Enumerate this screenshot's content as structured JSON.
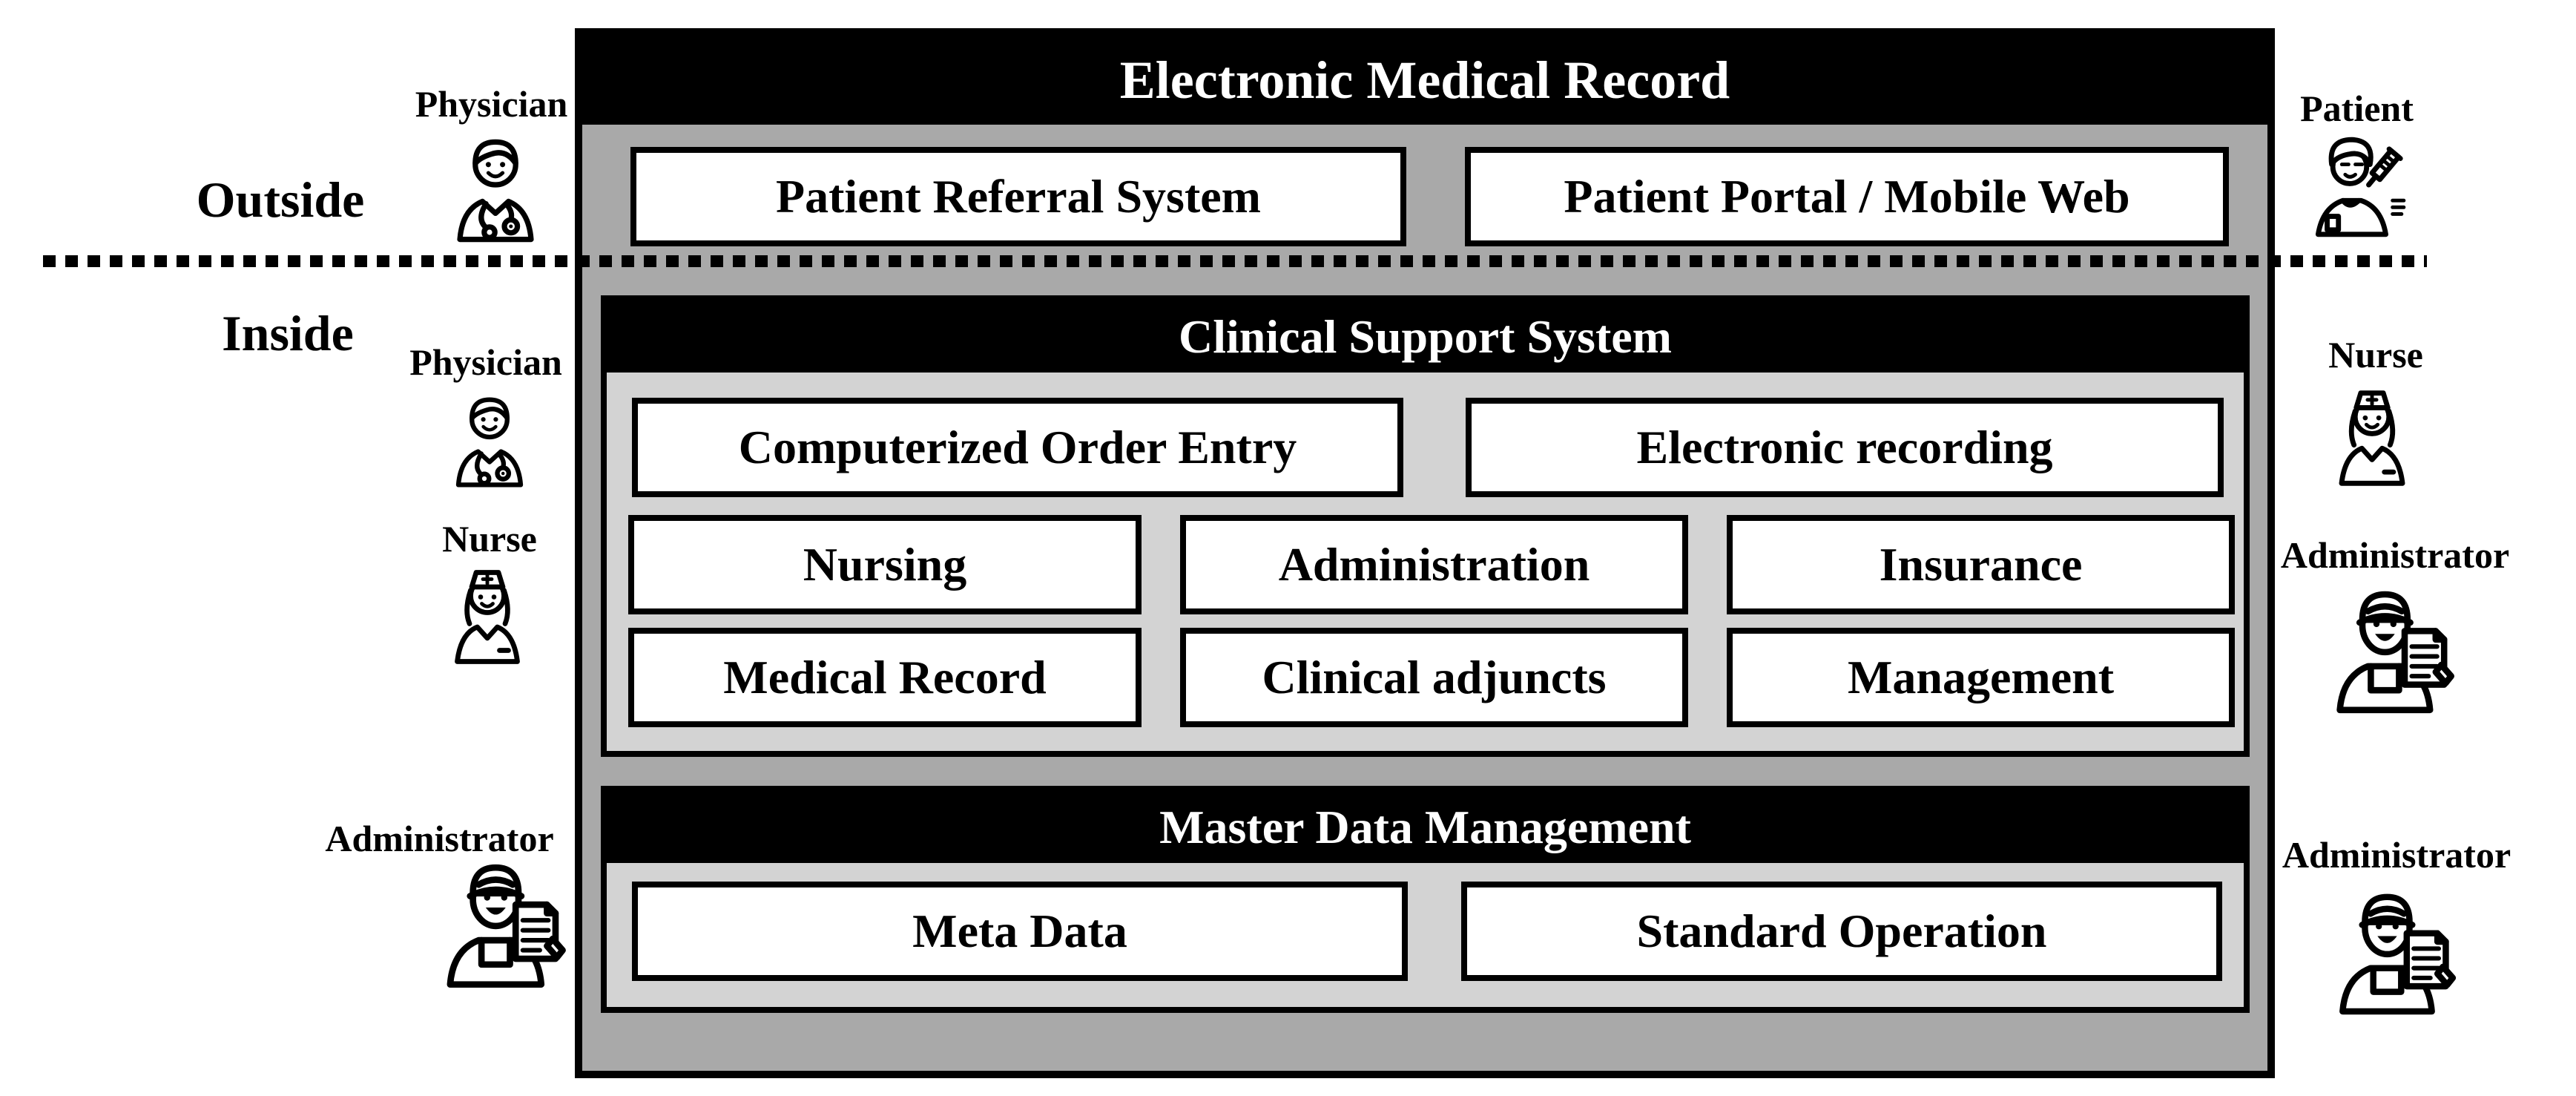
{
  "colors": {
    "container_fill": "#a9a9a9",
    "panel_fill": "#d3d3d3",
    "header_fill": "#000000",
    "header_text": "#ffffff",
    "box_fill": "#ffffff",
    "box_border": "#000000",
    "divider_color": "#000000"
  },
  "zones": {
    "outside_label": "Outside",
    "inside_label": "Inside"
  },
  "emr": {
    "title": "Electronic Medical Record",
    "boxes": [
      {
        "label": "Patient Referral System"
      },
      {
        "label": "Patient Portal / Mobile Web"
      }
    ]
  },
  "clinical_support": {
    "title": "Clinical Support System",
    "row1": [
      {
        "label": "Computerized Order Entry"
      },
      {
        "label": "Electronic recording"
      }
    ],
    "row2": [
      {
        "label": "Nursing"
      },
      {
        "label": "Administration"
      },
      {
        "label": "Insurance"
      }
    ],
    "row3": [
      {
        "label": "Medical Record"
      },
      {
        "label": "Clinical adjuncts"
      },
      {
        "label": "Management"
      }
    ]
  },
  "master_data": {
    "title": "Master Data Management",
    "boxes": [
      {
        "label": "Meta Data"
      },
      {
        "label": "Standard Operation"
      }
    ]
  },
  "actors_left": [
    {
      "role": "Physician",
      "icon": "physician-icon"
    },
    {
      "role": "Physician",
      "icon": "physician-icon"
    },
    {
      "role": "Nurse",
      "icon": "nurse-icon"
    },
    {
      "role": "Administrator",
      "icon": "administrator-icon"
    }
  ],
  "actors_right": [
    {
      "role": "Patient",
      "icon": "patient-icon"
    },
    {
      "role": "Nurse",
      "icon": "nurse-icon"
    },
    {
      "role": "Administrator",
      "icon": "administrator-icon"
    },
    {
      "role": "Administrator",
      "icon": "administrator-icon"
    }
  ]
}
